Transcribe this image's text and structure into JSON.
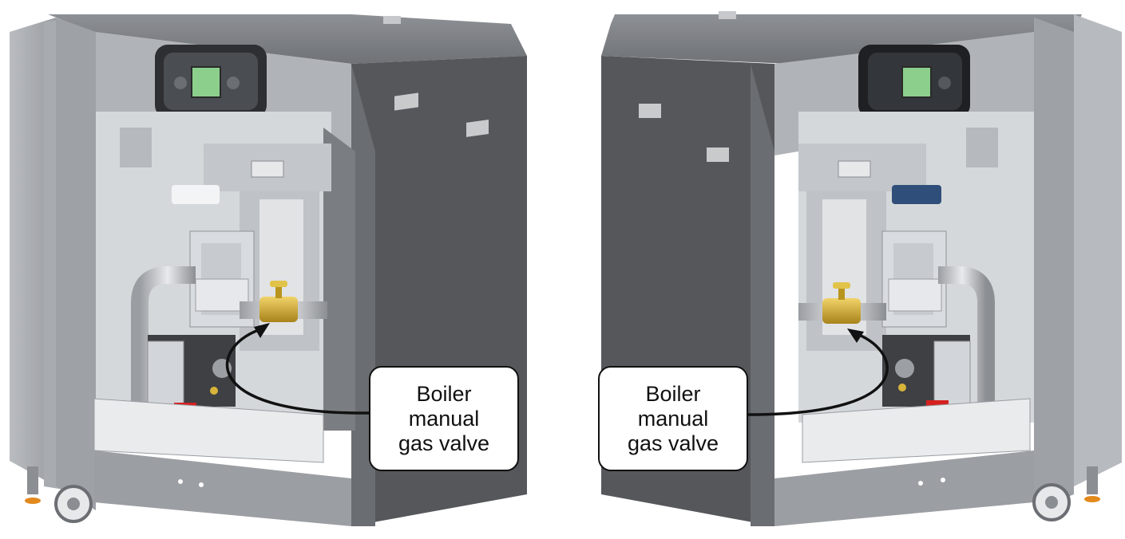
{
  "callouts": {
    "left": {
      "line1": "Boiler",
      "line2": "manual",
      "line3": "gas valve"
    },
    "right": {
      "line1": "Boiler",
      "line2": "manual",
      "line3": "gas valve"
    }
  },
  "colors": {
    "cabinet_dark": "#56585c",
    "cabinet_light": "#a3a6aa",
    "interior": "#d5d8db",
    "valve_brass": "#c9a227",
    "display_green": "#8ccf8c",
    "red_part": "#d62020"
  }
}
